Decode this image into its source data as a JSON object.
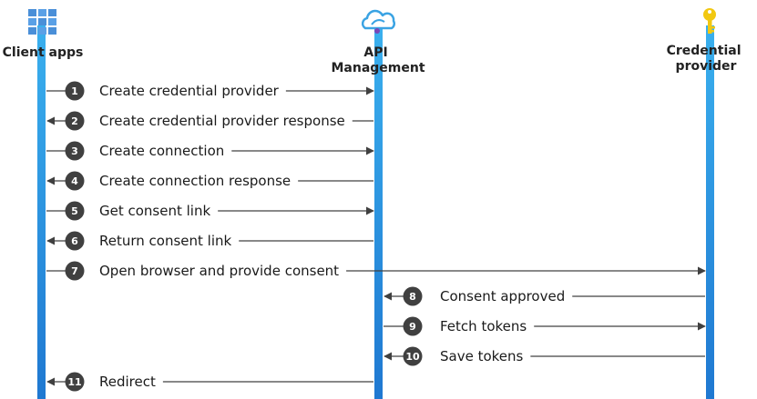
{
  "actors": [
    {
      "id": "client",
      "label": [
        "Client apps"
      ],
      "icon": "grid-apps-icon"
    },
    {
      "id": "apim",
      "label": [
        "API",
        "Management"
      ],
      "icon": "cloud-api-icon"
    },
    {
      "id": "provider",
      "label": [
        "Credential",
        "provider"
      ],
      "icon": "key-icon"
    }
  ],
  "steps": [
    {
      "num": "1",
      "text": "Create credential provider",
      "from": "client",
      "to": "apim"
    },
    {
      "num": "2",
      "text": "Create credential provider response",
      "from": "apim",
      "to": "client"
    },
    {
      "num": "3",
      "text": "Create connection",
      "from": "client",
      "to": "apim"
    },
    {
      "num": "4",
      "text": "Create connection response",
      "from": "apim",
      "to": "client"
    },
    {
      "num": "5",
      "text": "Get consent link",
      "from": "client",
      "to": "apim"
    },
    {
      "num": "6",
      "text": "Return consent link",
      "from": "apim",
      "to": "client"
    },
    {
      "num": "7",
      "text": "Open browser and provide consent",
      "from": "client",
      "to": "provider"
    },
    {
      "num": "8",
      "text": "Consent approved",
      "from": "provider",
      "to": "apim"
    },
    {
      "num": "9",
      "text": "Fetch tokens",
      "from": "apim",
      "to": "provider"
    },
    {
      "num": "10",
      "text": "Save tokens",
      "from": "provider",
      "to": "apim"
    },
    {
      "num": "11",
      "text": "Redirect",
      "from": "apim",
      "to": "client"
    }
  ],
  "colors": {
    "lifeline_top": "#3ab0ee",
    "lifeline_bottom": "#1f78d1",
    "badge": "#404040",
    "arrow": "#404040",
    "key": "#f2c811",
    "grid": "#4a8fd8"
  }
}
